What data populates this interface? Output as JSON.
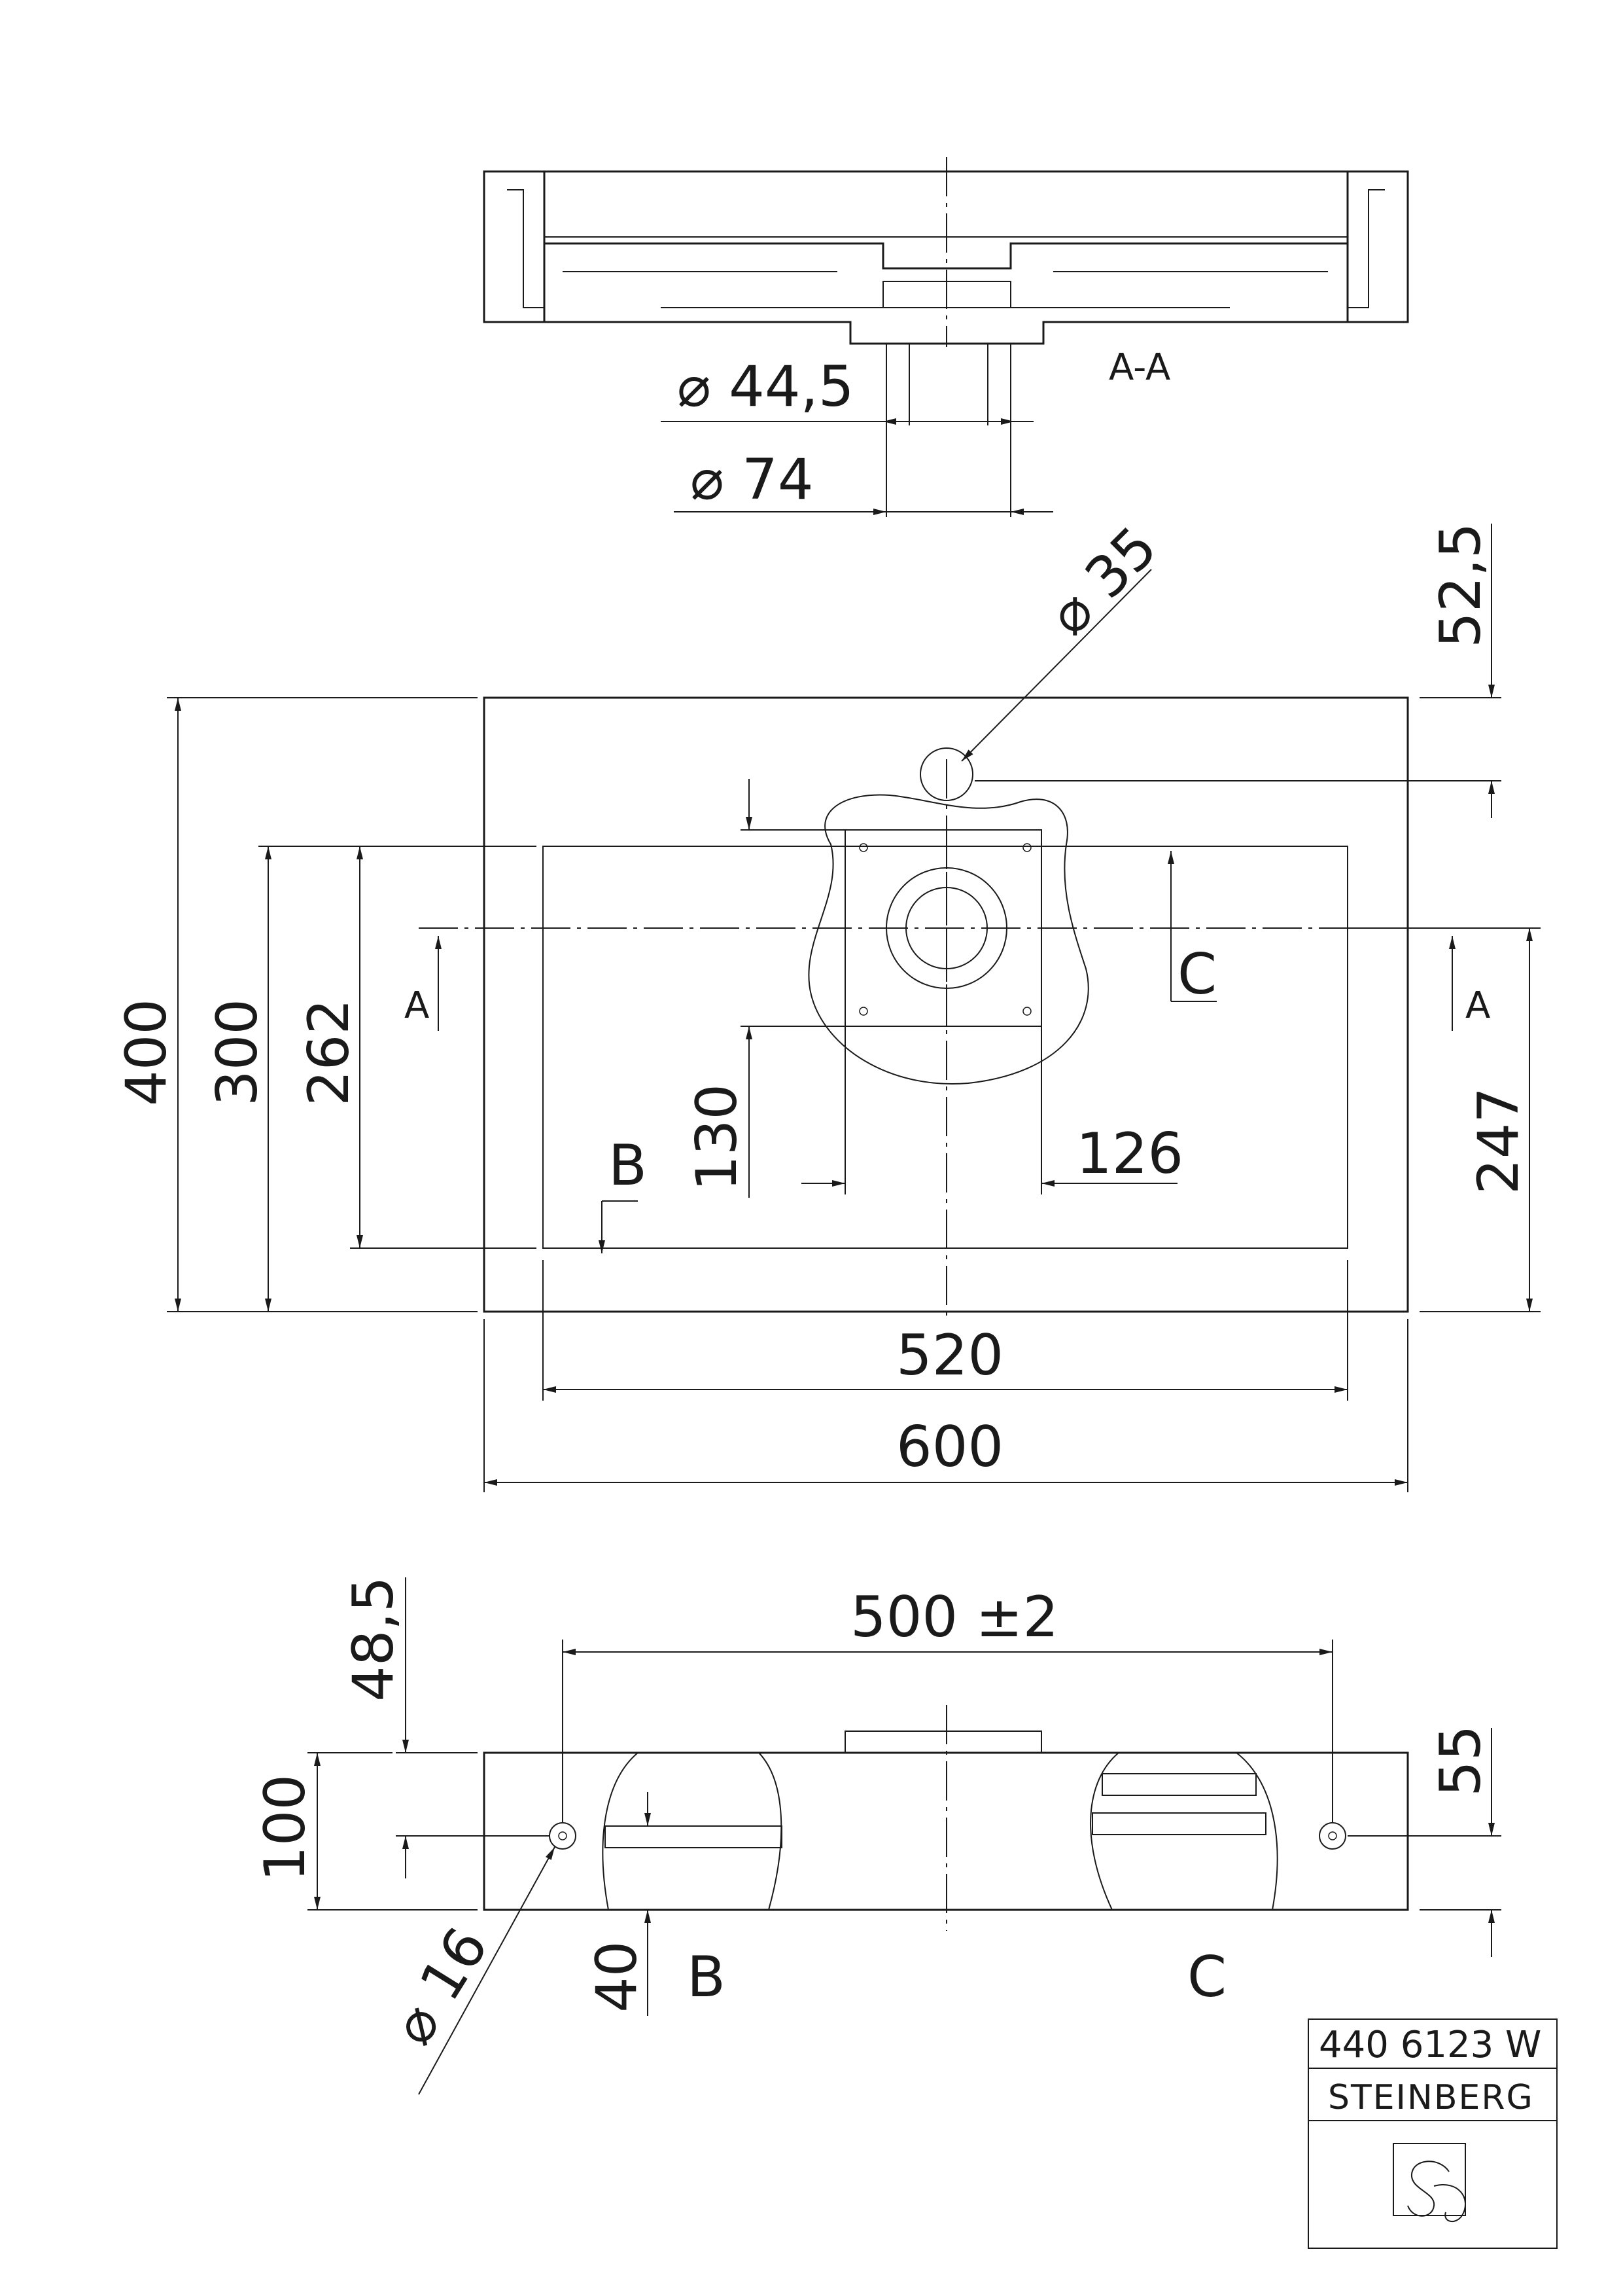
{
  "section": {
    "label": "A-A",
    "dim_inner": "⌀ 44,5",
    "dim_outer": "⌀ 74"
  },
  "plan": {
    "tap_hole": "⌀ 35",
    "tap_offset": "52,5",
    "total_depth": "400",
    "basin_depth": "300",
    "inner_depth": "262",
    "waste_depth": "130",
    "drain_plate": "126",
    "drain_position": "247",
    "basin_width": "520",
    "total_width": "600",
    "view_b": "B",
    "view_c": "C",
    "section_mark_left": "A",
    "section_mark_right": "A"
  },
  "elevation": {
    "bracket_spacing": "500 ±2",
    "bracket_height": "48,5",
    "height": "100",
    "right_offset": "55",
    "fixing_hole": "⌀ 16",
    "thickness": "40",
    "view_b": "B",
    "view_c": "C"
  },
  "title_block": {
    "part_number": "440 6123 W",
    "brand": "STEINBERG",
    "logo": "steinberg-logo"
  }
}
